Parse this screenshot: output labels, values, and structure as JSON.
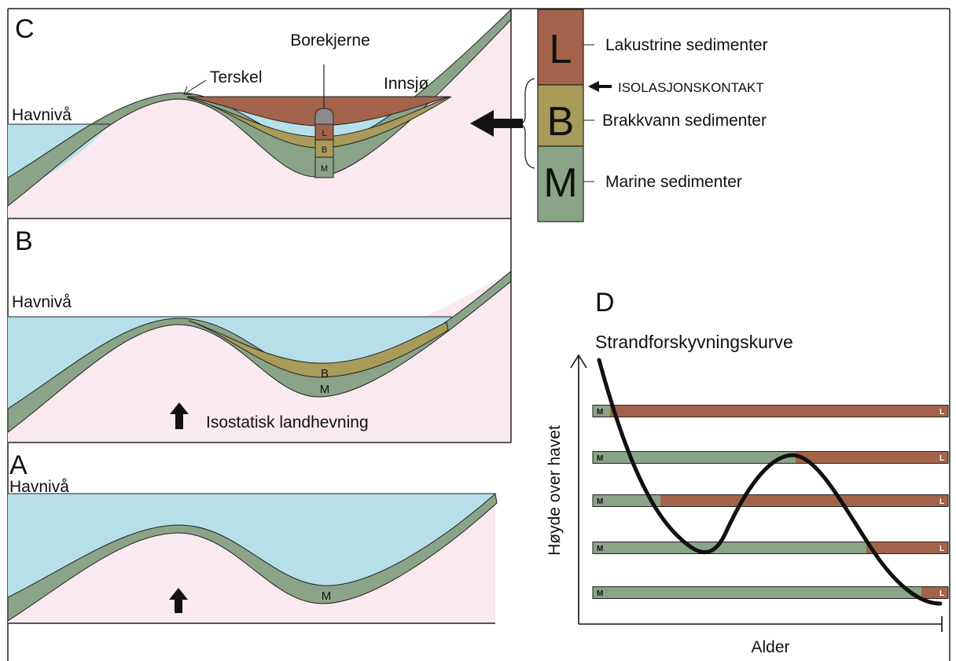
{
  "colors": {
    "water": "#b6dfe9",
    "land": "#fae9ef",
    "marine": "#8aa487",
    "brackish": "#a99b5a",
    "lacustrine": "#a3634a",
    "core": "#8c8c8c",
    "outline": "#222222"
  },
  "panel_c": {
    "letter": "C",
    "sea_level": "Havnivå",
    "sill": "Terskel",
    "lake": "Innsjø",
    "core": "Borekjerne",
    "core_layers": [
      "L",
      "B",
      "M"
    ]
  },
  "panel_b": {
    "letter": "B",
    "sea_level": "Havnivå",
    "layers": [
      "B",
      "M"
    ],
    "uplift": "Isostatisk landhevning"
  },
  "panel_a": {
    "letter": "A",
    "sea_level": "Havnivå",
    "layer": "M"
  },
  "legend": {
    "items": [
      {
        "code": "L",
        "text": "Lakustrine sedimenter"
      },
      {
        "code": "B",
        "text": "Brakkvann sedimenter"
      },
      {
        "code": "M",
        "text": "Marine sedimenter"
      }
    ],
    "contact": "ISOLASJONSKONTAKT"
  },
  "panel_d": {
    "letter": "D",
    "title": "Strandforskyvningskurve",
    "ylabel": "Høyde over havet",
    "xlabel": "Alder",
    "bars": [
      {
        "left": "M",
        "right": "L"
      },
      {
        "left": "M",
        "right": "L"
      },
      {
        "left": "M",
        "right": "L"
      },
      {
        "left": "M",
        "right": "L"
      },
      {
        "left": "M",
        "right": "L"
      }
    ]
  }
}
